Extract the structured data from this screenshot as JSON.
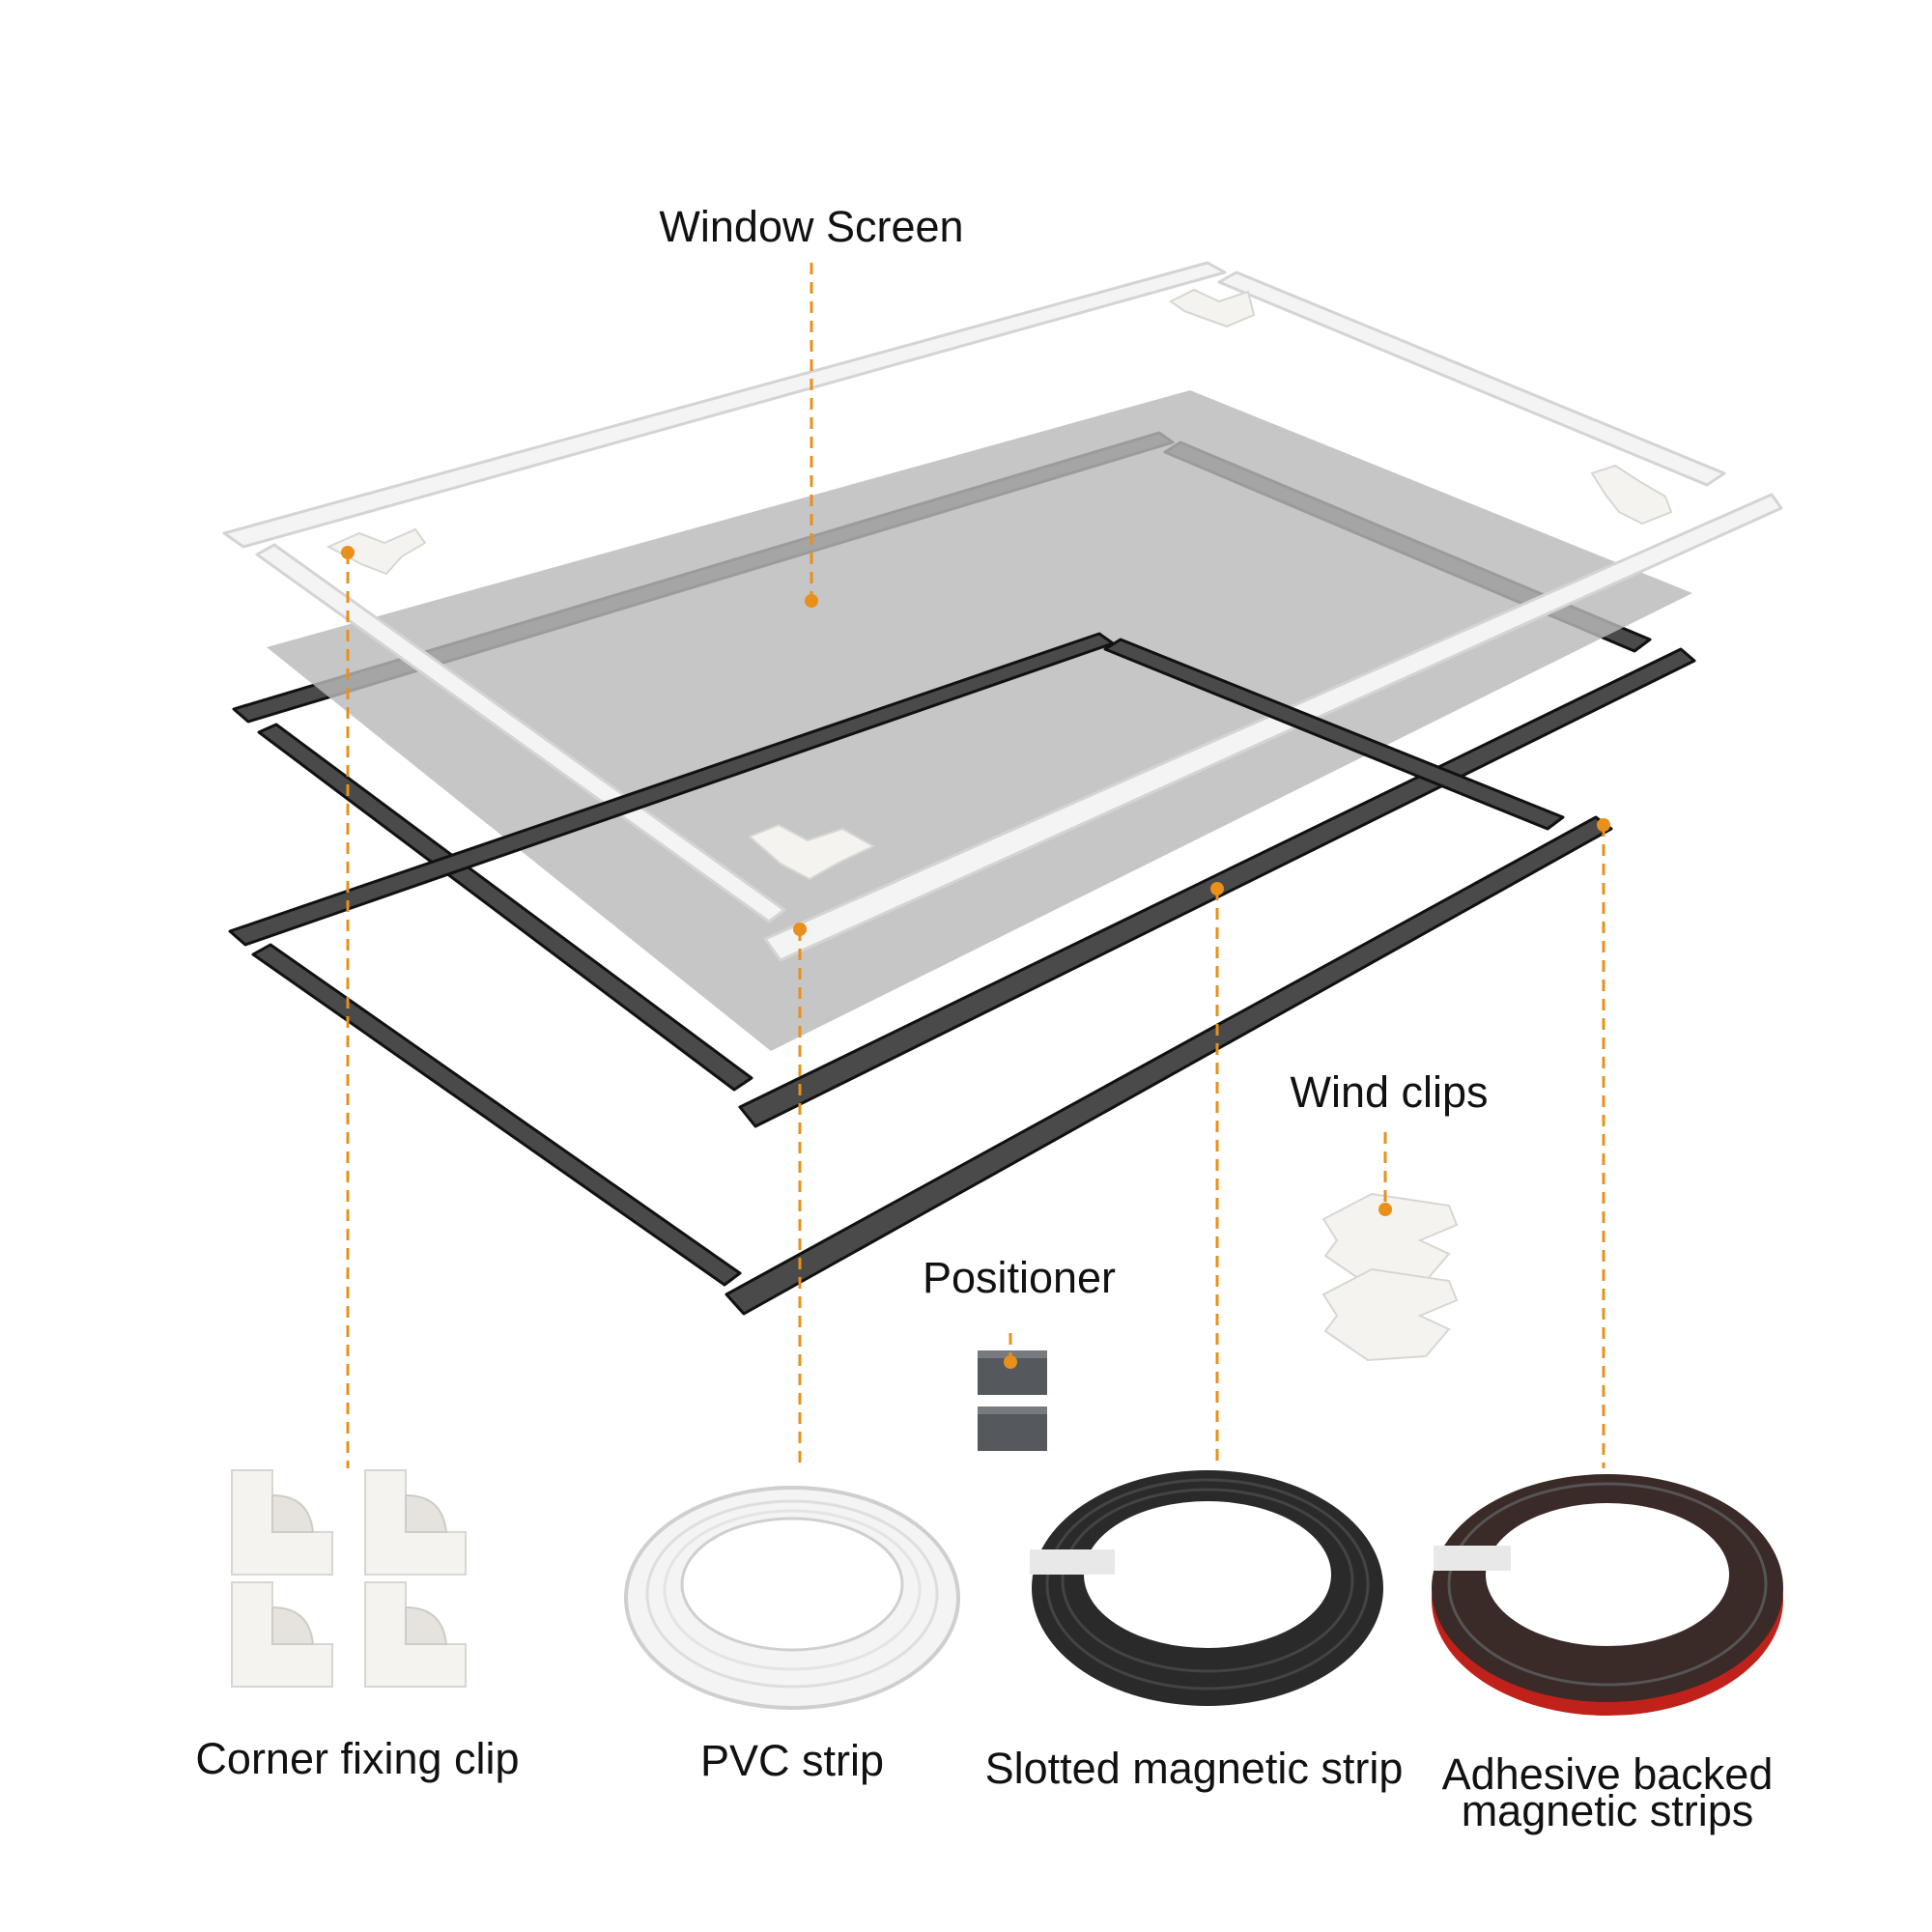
{
  "title": "Window Screen",
  "labels": {
    "wind_clips": "Wind clips",
    "positioner": "Positioner",
    "corner_fixing_clip": "Corner fixing clip",
    "pvc_strip": "PVC strip",
    "slotted_magnetic_strip": "Slotted magnetic strip",
    "adhesive_line1": "Adhesive backed",
    "adhesive_line2": "magnetic strips"
  },
  "colors": {
    "leader": "#E8901A",
    "magnetic": "#4a4a4a",
    "pvc": "#f4f4f4",
    "mesh": "#b9b9b9",
    "adhesive_backing": "#c0221b"
  }
}
